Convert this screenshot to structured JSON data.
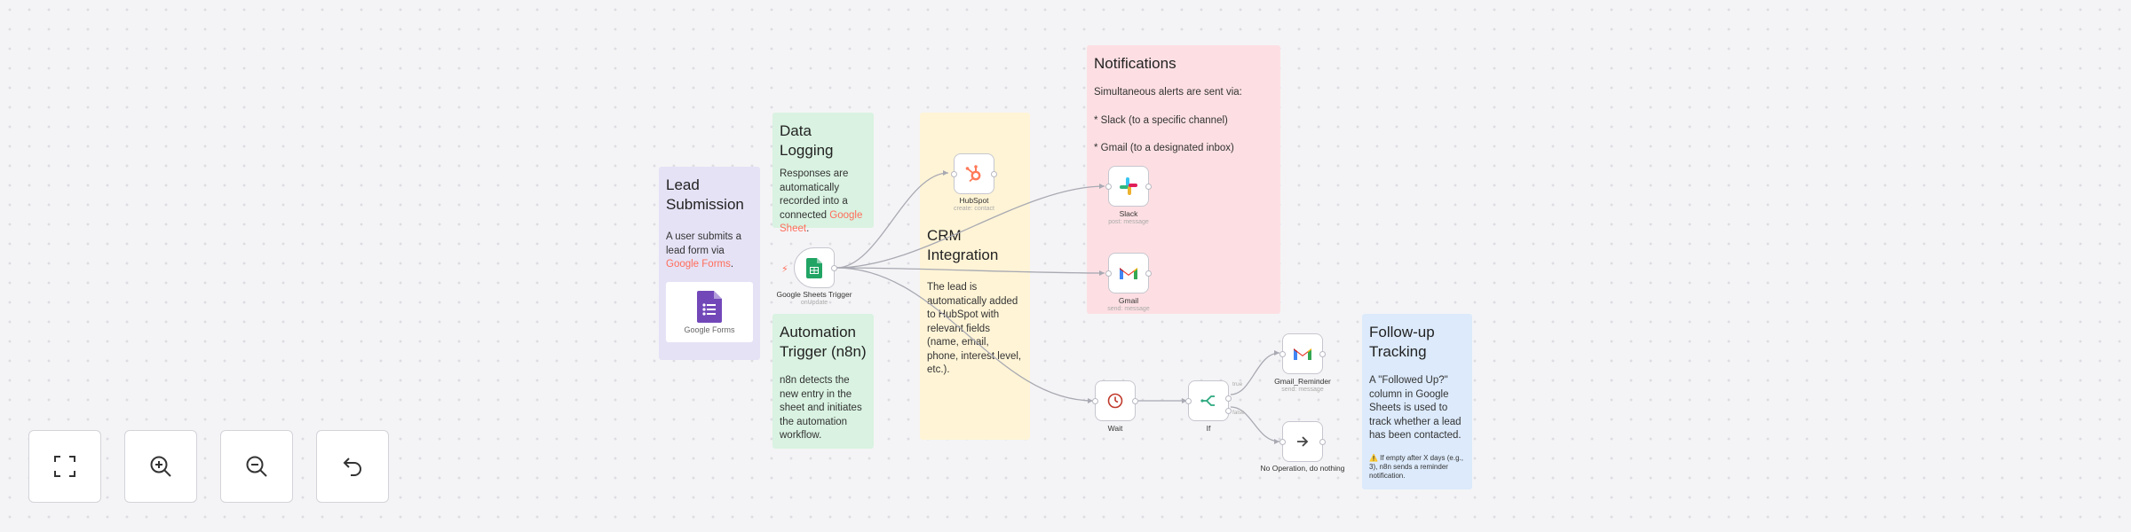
{
  "stickies": {
    "lead": {
      "title": "Lead Submission",
      "text_before": "A user submits a lead form via ",
      "link": "Google Forms",
      "text_after": "."
    },
    "data_logging": {
      "title": "Data Logging",
      "text_before": "Responses are automatically recorded into a connected ",
      "link": "Google Sheet",
      "text_after": "."
    },
    "automation": {
      "title": "Automation Trigger (n8n)",
      "text": "n8n detects the new entry in the sheet and initiates the automation workflow."
    },
    "crm": {
      "title": "CRM Integration",
      "text": "The lead is automatically added to HubSpot with relevant fields (name, email, phone, interest level, etc.)."
    },
    "notifications": {
      "title": "Notifications",
      "line1": "Simultaneous alerts are sent via:",
      "line2": "* Slack (to a specific channel)",
      "line3": "* Gmail (to a designated inbox)"
    },
    "followup": {
      "title": "Follow-up Tracking",
      "text": "A \"Followed Up?\" column in Google Sheets is used to track whether a lead has been contacted.",
      "note": "⚠️ If empty after X days (e.g., 3), n8n sends a reminder notification."
    }
  },
  "google_forms_label": "Google Forms",
  "nodes": {
    "sheets_trigger": {
      "label": "Google Sheets Trigger",
      "sub": "onUpdate"
    },
    "hubspot": {
      "label": "HubSpot",
      "sub": "create: contact"
    },
    "slack": {
      "label": "Slack",
      "sub": "post: message"
    },
    "gmail": {
      "label": "Gmail",
      "sub": "send: message"
    },
    "wait": {
      "label": "Wait"
    },
    "if": {
      "label": "If"
    },
    "gmail_reminder": {
      "label": "Gmail_Reminder",
      "sub": "send: message"
    },
    "noop": {
      "label": "No Operation, do nothing"
    },
    "if_true_label": "true",
    "if_false_label": "false"
  },
  "controls": [
    {
      "name": "fit-view-button",
      "icon": "fit-view-icon"
    },
    {
      "name": "zoom-in-button",
      "icon": "zoom-in-icon"
    },
    {
      "name": "zoom-out-button",
      "icon": "zoom-out-icon"
    },
    {
      "name": "reset-zoom-button",
      "icon": "undo-icon"
    }
  ],
  "colors": {
    "accent": "#ff6d5a",
    "purple_sticky": "#e5e2f6",
    "green_sticky": "#d9f2e1",
    "yellow_sticky": "#fff4d6",
    "red_sticky": "#fddfe3",
    "blue_sticky": "#dceafb"
  }
}
